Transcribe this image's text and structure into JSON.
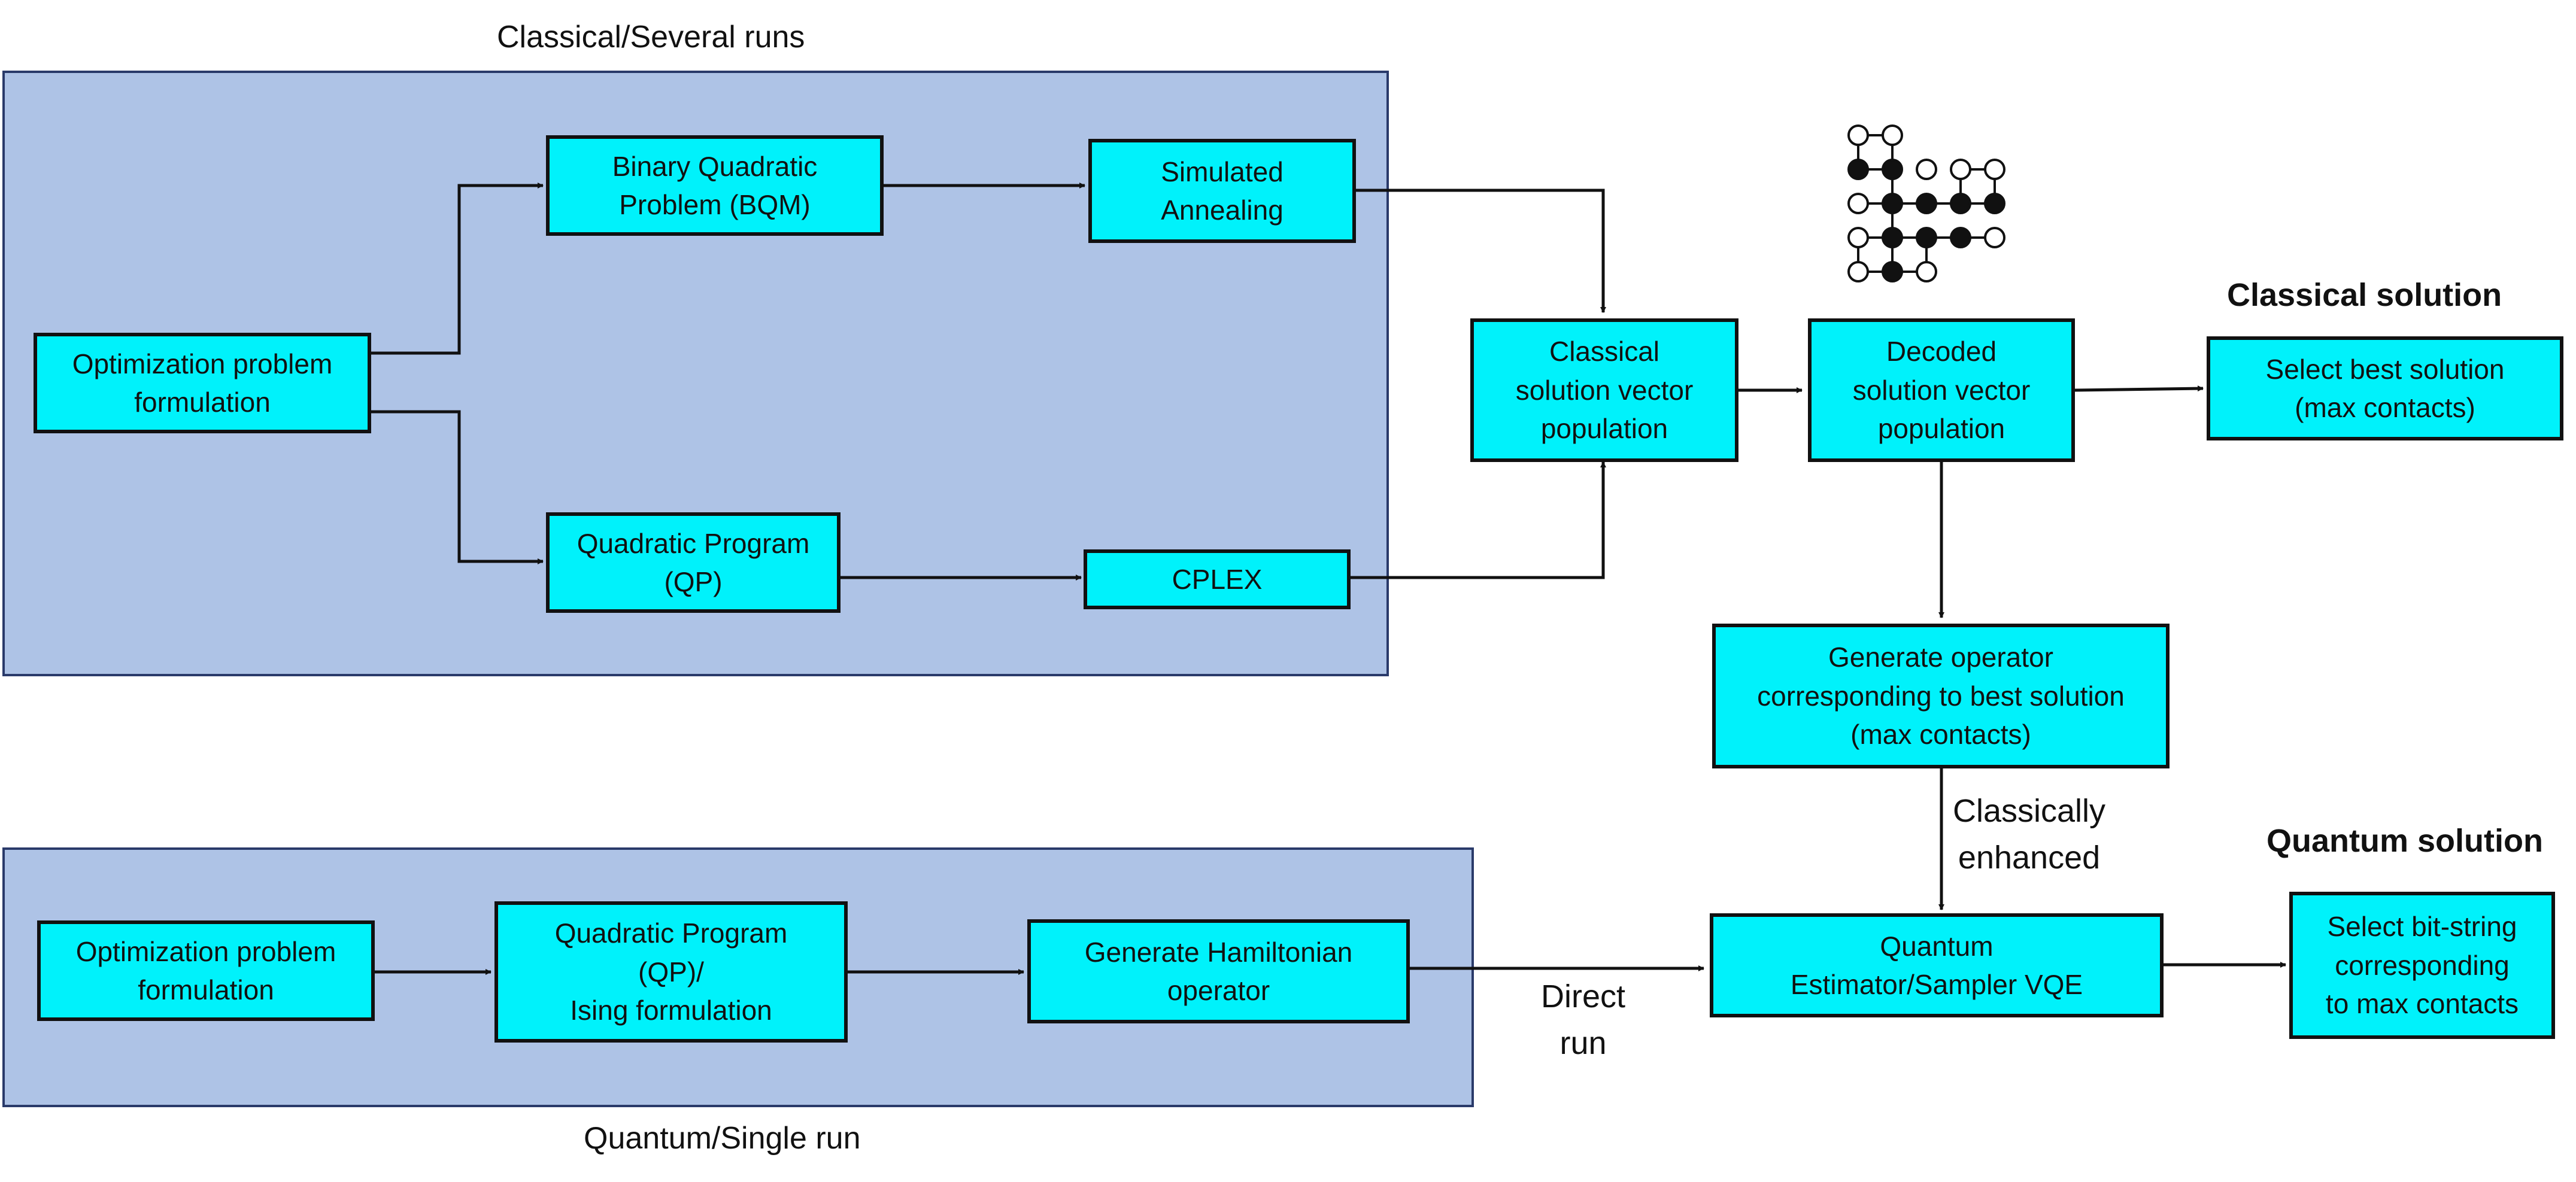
{
  "regions": {
    "classical": {
      "title": "Classical/Several runs"
    },
    "quantum": {
      "title": "Quantum/Single run"
    }
  },
  "nodes": {
    "opt_classical": "Optimization problem\nformulation",
    "bqm": "Binary Quadratic\nProblem (BQM)",
    "simulated_annealing": "Simulated\nAnnealing",
    "qp_classical": "Quadratic Program\n(QP)",
    "cplex": "CPLEX",
    "classical_population": "Classical\nsolution vector\npopulation",
    "decoded_population": "Decoded\nsolution vector\npopulation",
    "select_best": "Select best solution\n(max contacts)",
    "generate_operator": "Generate operator\ncorresponding to best solution\n(max contacts)",
    "opt_quantum": "Optimization problem\nformulation",
    "qp_ising": "Quadratic Program\n(QP)/\nIsing formulation",
    "hamiltonian": "Generate Hamiltonian\noperator",
    "vqe": "Quantum\nEstimator/Sampler VQE",
    "select_bitstring": "Select bit-string\ncorresponding\nto max contacts"
  },
  "headings": {
    "classical_solution": "Classical solution",
    "quantum_solution": "Quantum solution"
  },
  "edge_labels": {
    "classically_enhanced": "Classically\nenhanced",
    "direct_run": "Direct\nrun"
  },
  "lattice": {
    "sites": [
      {
        "r": 0,
        "c": 0,
        "filled": false
      },
      {
        "r": 0,
        "c": 1,
        "filled": false
      },
      {
        "r": 1,
        "c": 0,
        "filled": true
      },
      {
        "r": 1,
        "c": 1,
        "filled": true
      },
      {
        "r": 1,
        "c": 2,
        "filled": false
      },
      {
        "r": 1,
        "c": 3,
        "filled": false
      },
      {
        "r": 1,
        "c": 4,
        "filled": false
      },
      {
        "r": 2,
        "c": 0,
        "filled": false
      },
      {
        "r": 2,
        "c": 1,
        "filled": true
      },
      {
        "r": 2,
        "c": 2,
        "filled": true
      },
      {
        "r": 2,
        "c": 3,
        "filled": true
      },
      {
        "r": 2,
        "c": 4,
        "filled": true
      },
      {
        "r": 3,
        "c": 0,
        "filled": false
      },
      {
        "r": 3,
        "c": 1,
        "filled": true
      },
      {
        "r": 3,
        "c": 2,
        "filled": true
      },
      {
        "r": 3,
        "c": 3,
        "filled": true
      },
      {
        "r": 3,
        "c": 4,
        "filled": false
      },
      {
        "r": 4,
        "c": 0,
        "filled": false
      },
      {
        "r": 4,
        "c": 1,
        "filled": true
      },
      {
        "r": 4,
        "c": 2,
        "filled": false
      }
    ],
    "bonds": [
      [
        [
          0,
          0
        ],
        [
          0,
          1
        ]
      ],
      [
        [
          0,
          0
        ],
        [
          1,
          0
        ]
      ],
      [
        [
          0,
          1
        ],
        [
          1,
          1
        ]
      ],
      [
        [
          1,
          0
        ],
        [
          1,
          1
        ]
      ],
      [
        [
          1,
          3
        ],
        [
          1,
          4
        ]
      ],
      [
        [
          1,
          3
        ],
        [
          2,
          3
        ]
      ],
      [
        [
          1,
          4
        ],
        [
          2,
          4
        ]
      ],
      [
        [
          2,
          0
        ],
        [
          2,
          1
        ]
      ],
      [
        [
          2,
          1
        ],
        [
          2,
          2
        ]
      ],
      [
        [
          2,
          2
        ],
        [
          2,
          3
        ]
      ],
      [
        [
          2,
          3
        ],
        [
          2,
          4
        ]
      ],
      [
        [
          1,
          1
        ],
        [
          2,
          1
        ]
      ],
      [
        [
          2,
          1
        ],
        [
          3,
          1
        ]
      ],
      [
        [
          3,
          1
        ],
        [
          3,
          2
        ]
      ],
      [
        [
          3,
          2
        ],
        [
          3,
          3
        ]
      ],
      [
        [
          3,
          3
        ],
        [
          3,
          4
        ]
      ],
      [
        [
          3,
          0
        ],
        [
          3,
          1
        ]
      ],
      [
        [
          3,
          0
        ],
        [
          4,
          0
        ]
      ],
      [
        [
          4,
          0
        ],
        [
          4,
          1
        ]
      ],
      [
        [
          4,
          1
        ],
        [
          4,
          2
        ]
      ],
      [
        [
          3,
          2
        ],
        [
          4,
          2
        ]
      ],
      [
        [
          3,
          1
        ],
        [
          4,
          1
        ]
      ]
    ]
  }
}
